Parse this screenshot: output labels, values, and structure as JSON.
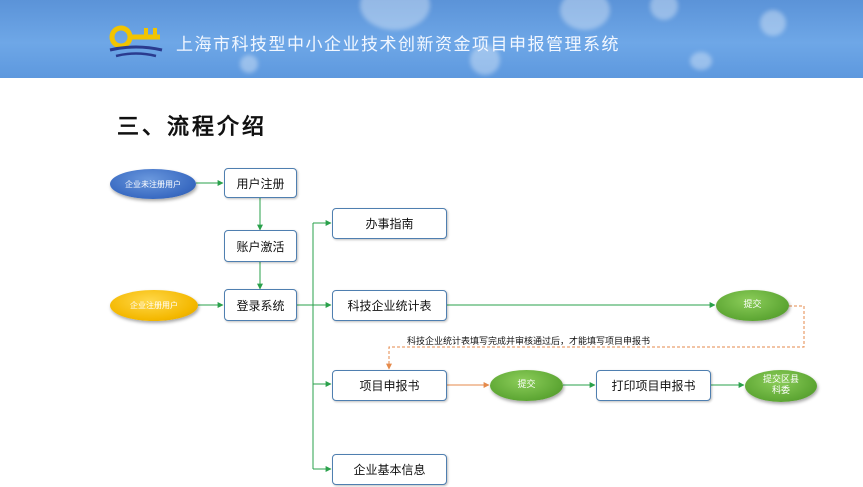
{
  "header": {
    "title": "上海市科技型中小企业技术创新资金项目申报管理系统",
    "logo_icon": "key-logo-icon",
    "bg_color": "#6ea7e7"
  },
  "section_title": "三、流程介绍",
  "flow": {
    "start_unregistered": "企业未注册用户",
    "start_registered": "企业注册用户",
    "step_register": "用户注册",
    "step_activate": "账户激活",
    "step_login": "登录系统",
    "guide": "办事指南",
    "stats_form": "科技企业统计表",
    "submit_1": "提交",
    "note": "科技企业统计表填写完成并审核通过后，才能填写项目申报书",
    "project_form": "项目申报书",
    "submit_2": "提交",
    "print_form": "打印项目申报书",
    "submit_district": "提交区县科委",
    "company_info": "企业基本信息"
  },
  "colors": {
    "arrow_green": "#2aa14b",
    "arrow_orange": "#e58a4b",
    "box_border": "#4f7fb0",
    "oval_blue": "#3b6cc3",
    "oval_yellow": "#f4b800",
    "oval_green": "#5fa835"
  }
}
